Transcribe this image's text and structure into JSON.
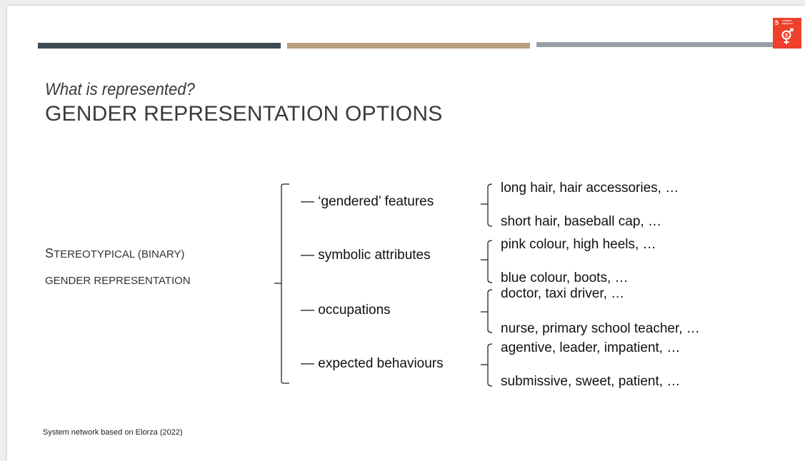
{
  "slide": {
    "subtitle": "What is represented?",
    "title": "GENDER REPRESENTATION OPTIONS",
    "source_note": "System network based on Elorza (2022)"
  },
  "sdg_badge": {
    "number": "5",
    "label": "GENDER EQUALITY",
    "icon": "gender-equality-icon",
    "color": "#ef402b"
  },
  "header_bar_colors": [
    "#3c4b52",
    "#b89e82",
    "#979fa6"
  ],
  "network": {
    "root": {
      "line1_lead": "S",
      "line1_rest": "TEREOTYPICAL (BINARY)",
      "line2": "GENDER REPRESENTATION"
    },
    "categories": [
      {
        "label": "— ‘gendered’ features",
        "options": [
          "long hair, hair accessories, …",
          "short hair, baseball cap, …"
        ]
      },
      {
        "label": "— symbolic attributes",
        "options": [
          "pink colour, high heels, …",
          "blue colour, boots, …"
        ]
      },
      {
        "label": "— occupations",
        "options": [
          "doctor, taxi driver, …",
          "nurse, primary school teacher, …"
        ]
      },
      {
        "label": "— expected behaviours",
        "options": [
          "agentive, leader, impatient, …",
          "submissive, sweet, patient, …"
        ]
      }
    ]
  }
}
